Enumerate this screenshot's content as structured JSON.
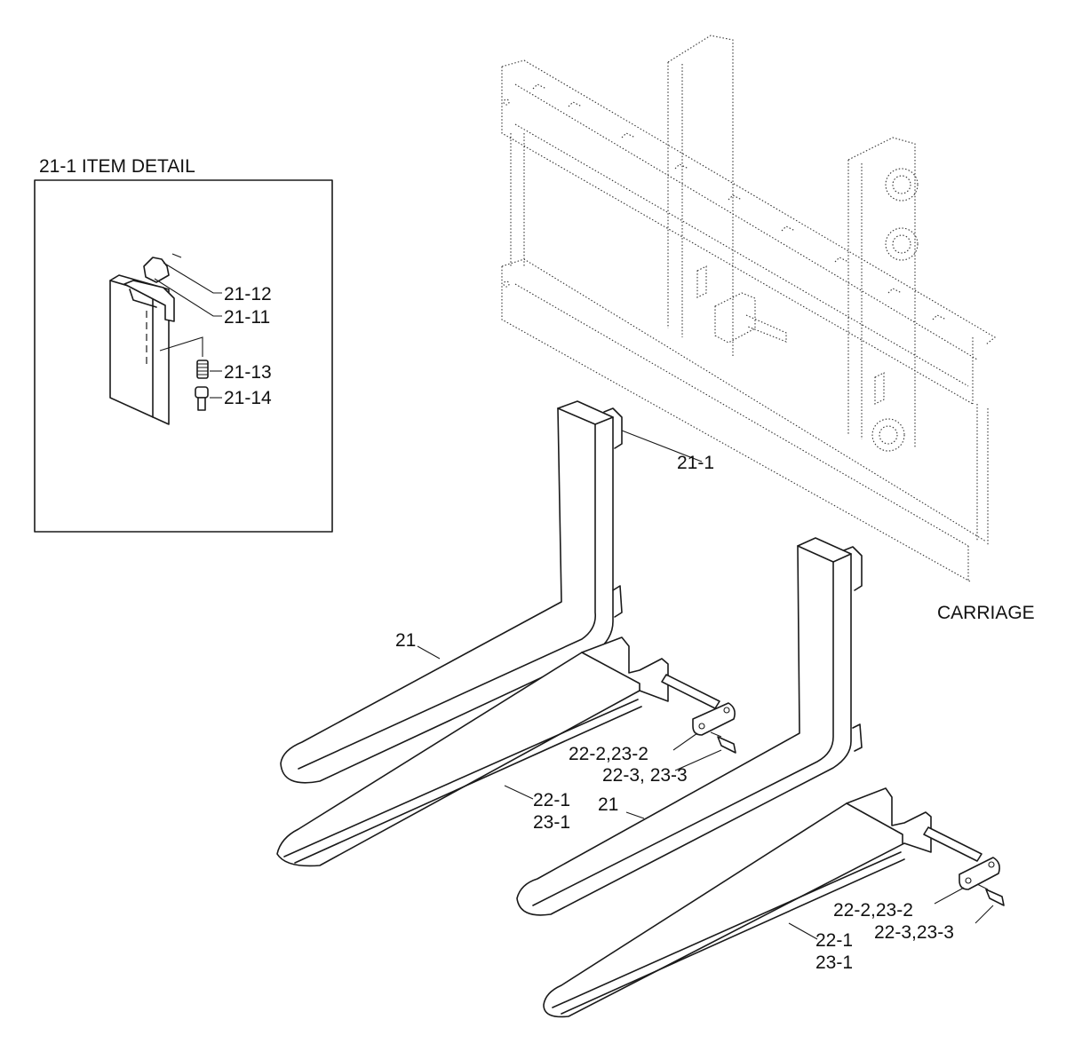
{
  "detail": {
    "title": "21-1 ITEM DETAIL",
    "callouts": [
      "21-12",
      "21-11",
      "21-13",
      "21-14"
    ]
  },
  "carriage_label": "CARRIAGE",
  "callouts": {
    "fork_upper_hook": "21-1",
    "fork_left": "21",
    "fork_right": "21",
    "ext_left_pin": "22-2,23-2",
    "ext_left_bolt": "22-3, 23-3",
    "ext_left_a": "22-1",
    "ext_left_b": "23-1",
    "ext_right_pin": "22-2,23-2",
    "ext_right_bolt": "22-3,23-3",
    "ext_right_a": "22-1",
    "ext_right_b": "23-1"
  }
}
